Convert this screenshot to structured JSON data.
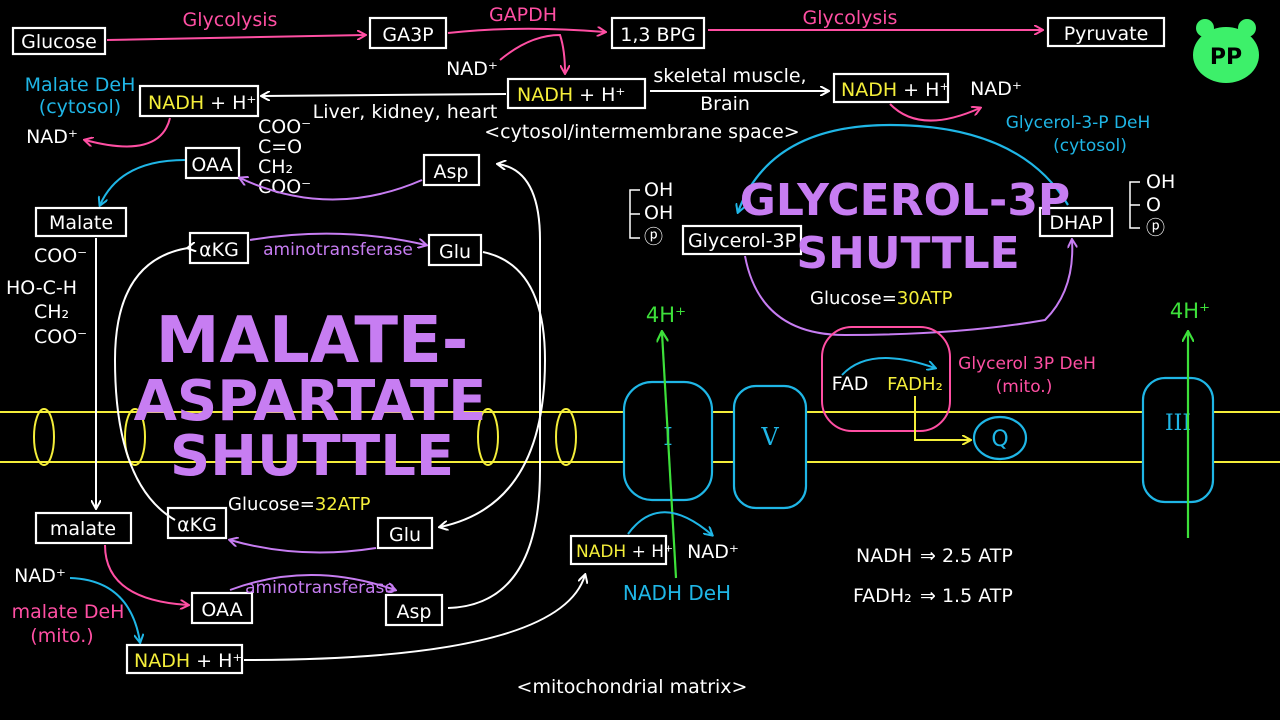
{
  "colors": {
    "background": "#000000",
    "white": "#ffffff",
    "pink": "#ff4fa3",
    "blue": "#1fb6e6",
    "purple": "#c77df2",
    "yellow": "#f4ee3a",
    "green": "#3de03a",
    "logo_green": "#3df06a"
  },
  "logo": {
    "text": "PP"
  },
  "glycolysis": {
    "glucose": "Glucose",
    "step1": "Glycolysis",
    "ga3p": "GA3P",
    "gapdh": "GAPDH",
    "bpg": "1,3 BPG",
    "step2": "Glycolysis",
    "pyruvate": "Pyruvate",
    "nad": "NAD⁺",
    "nadh_center_a": "NADH",
    "nadh_center_b": " + H⁺",
    "cytosol_label": "<cytosol/intermembrane space>"
  },
  "malate_shuttle": {
    "title_line1": "MALATE-",
    "title_line2": "ASPARTATE",
    "title_line3": "SHUTTLE",
    "glucose_label": "Glucose=",
    "glucose_atp": "32ATP",
    "route_label": "Liver, kidney, heart",
    "cytosol_enzyme_line1": "Malate DeH",
    "cytosol_enzyme_line2": "(cytosol)",
    "nadh_a": "NADH",
    "nadh_b": " + H⁺",
    "nad_cytosol": "NAD⁺",
    "oaa": "OAA",
    "oaa_struct": [
      "COO⁻",
      "C=O",
      "CH₂",
      "COO⁻"
    ],
    "malate": "Malate",
    "malate_struct": [
      "COO⁻",
      "HO-C-H",
      "CH₂",
      "COO⁻"
    ],
    "asp": "Asp",
    "akg": "αKG",
    "glu": "Glu",
    "aminotransferase_top": "aminotransferase",
    "malate_mito": "malate",
    "akg_mito": "αKG",
    "glu_mito": "Glu",
    "oaa_mito": "OAA",
    "asp_mito": "Asp",
    "aminotransferase_bottom": "aminotransferase",
    "nad_mito": "NAD⁺",
    "mito_enzyme_line1": "malate DeH",
    "mito_enzyme_line2": "(mito.)",
    "nadh_mito_a": "NADH",
    "nadh_mito_b": " + H⁺",
    "matrix_label": "<mitochondrial matrix>"
  },
  "glycerol_shuttle": {
    "title_line1": "GLYCEROL-3P",
    "title_line2": "SHUTTLE",
    "glucose_label": "Glucose=",
    "glucose_atp": "30ATP",
    "route_line1": "skeletal muscle,",
    "route_line2": "Brain",
    "nadh_a": "NADH",
    "nadh_b": " + H⁺",
    "nad": "NAD⁺",
    "enzyme_cytosol_line1": "Glycerol-3-P DeH",
    "enzyme_cytosol_line2": "(cytosol)",
    "glycerol3p": "Glycerol-3P",
    "g3p_struct": [
      "OH",
      "OH",
      "ⓟ"
    ],
    "dhap": "DHAP",
    "dhap_struct": [
      "OH",
      "O",
      "ⓟ"
    ],
    "fad": "FAD",
    "fadh2": "FADH₂",
    "enzyme_mito_line1": "Glycerol 3P DeH",
    "enzyme_mito_line2": "(mito.)"
  },
  "etc": {
    "complex_1": "I",
    "complex_2": "V",
    "complex_3": "III",
    "q": "Q",
    "proton_left": "4H⁺",
    "proton_right": "4H⁺",
    "nadh_a": "NADH",
    "nadh_b": " + H⁺",
    "nad": "NAD⁺",
    "enzyme": "NADH DeH"
  },
  "atp_yields": [
    {
      "name": "NADH",
      "value": "⇒ 2.5 ATP"
    },
    {
      "name": "FADH₂",
      "value": "⇒ 1.5 ATP"
    }
  ]
}
